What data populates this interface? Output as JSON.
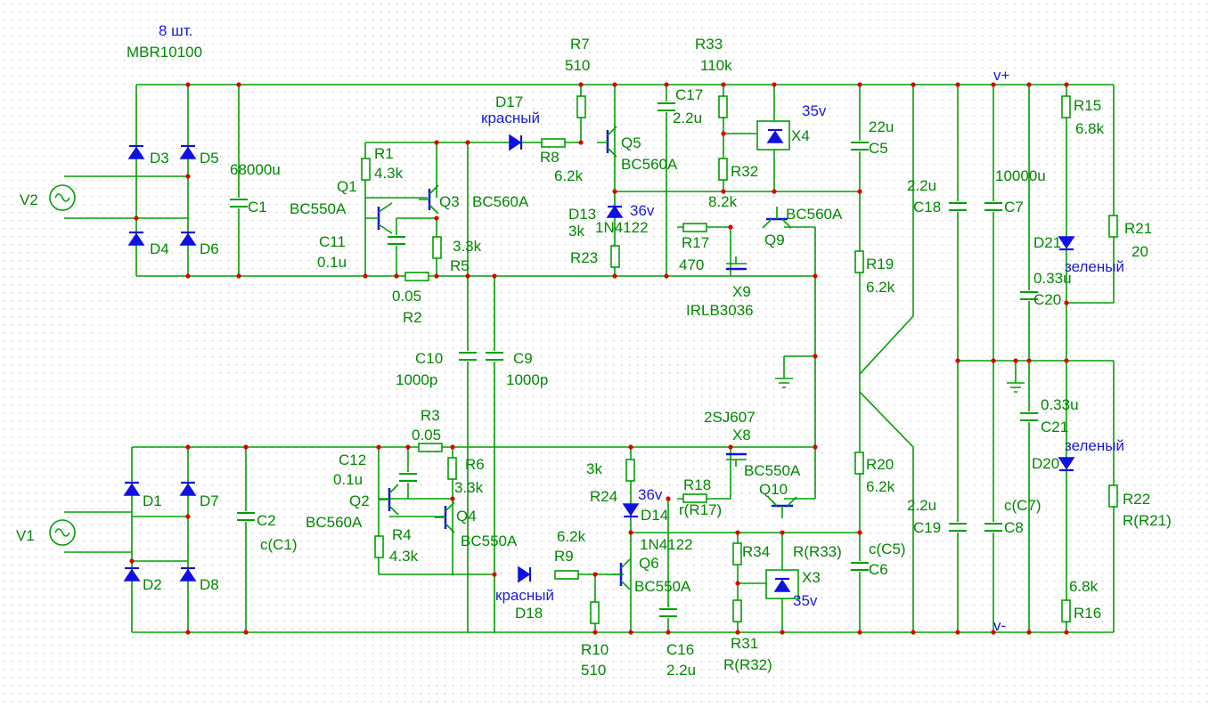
{
  "texts": {
    "count_8": "8 шт.",
    "mbr": "MBR10100",
    "r7": "R7",
    "r7v": "510",
    "r33": "R33",
    "r33v": "110k",
    "d17": "D17",
    "krasny1": "красный",
    "c17": "C17",
    "c17v": "2.2u",
    "v35a": "35v",
    "c5v": "22u",
    "c5": "C5",
    "vplus": "v+",
    "r15": "R15",
    "r15v": "6.8k",
    "d3": "D3",
    "d5": "D5",
    "d4": "D4",
    "d6": "D6",
    "v2": "V2",
    "c1v": "68000u",
    "c1": "C1",
    "r1": "R1",
    "r1v": "4.3k",
    "q1": "Q1",
    "q1m": "BC550A",
    "q3": "Q3",
    "q3m": "BC560A",
    "r8": "R8",
    "r8v": "6.2k",
    "q5": "Q5",
    "q5m": "BC560A",
    "r32": "R32",
    "r32v": "8.2k",
    "x4": "X4",
    "c18v": "2.2u",
    "c18": "C18",
    "c7v": "10000u",
    "c7": "C7",
    "d13": "D13",
    "v36a": "36v",
    "d13v": "3k",
    "n4122a": "1N4122",
    "r17": "R17",
    "r17v": "470",
    "q9m": "BC560A",
    "q9": "Q9",
    "c11": "C11",
    "c11v": "0.1u",
    "r5v": "3.3k",
    "r5": "R5",
    "r23": "R23",
    "r19": "R19",
    "r19v": "6.2k",
    "d21": "D21",
    "zel1": "зеленый",
    "c20v": "0.33u",
    "c20": "C20",
    "r21": "R21",
    "r21v": "20",
    "r2v": "0.05",
    "r2": "R2",
    "x9": "X9",
    "irlb": "IRLB3036",
    "c10": "C10",
    "c10v": "1000p",
    "c9": "C9",
    "c9v": "1000p",
    "c21v": "0.33u",
    "c21": "C21",
    "zel2": "зеленый",
    "d20": "D20",
    "r3": "R3",
    "r3v": "0.05",
    "sj": "2SJ607",
    "x8": "X8",
    "c12": "C12",
    "c12v": "0.1u",
    "r6": "R6",
    "r6v": "3.3k",
    "r24v": "3k",
    "q10m": "BC550A",
    "q10": "Q10",
    "r20": "R20",
    "r20v": "6.2k",
    "q2": "Q2",
    "q2m": "BC560A",
    "d1": "D1",
    "d7": "D7",
    "r24": "R24",
    "v36b": "36v",
    "r18": "R18",
    "r18v": "r(R17)",
    "d14": "D14",
    "c19v": "2.2u",
    "c19": "C19",
    "c8v": "c(C7)",
    "c8": "C8",
    "r22": "R22",
    "r22v": "R(R21)",
    "v1": "V1",
    "c2": "C2",
    "c2v": "c(C1)",
    "q4": "Q4",
    "q4m": "BC550A",
    "r9v": "6.2k",
    "r9": "R9",
    "n4122b": "1N4122",
    "r34": "R34",
    "r33b": "R(R33)",
    "c5b": "c(C5)",
    "c6": "C6",
    "r4": "R4",
    "r4v": "4.3k",
    "x3": "X3",
    "d2": "D2",
    "d8": "D8",
    "krasny2": "красный",
    "d18": "D18",
    "q6": "Q6",
    "q6m": "BC550A",
    "v35b": "35v",
    "r16v": "6.8k",
    "r16": "R16",
    "vminus": "v-",
    "r10": "R10",
    "r10v": "510",
    "c16": "C16",
    "c16v": "2.2u",
    "r31": "R31",
    "r31v": "R(R32)"
  },
  "colors": {
    "wire": "#00a000",
    "label": "#008800",
    "semiconductor": "#1010e0",
    "junction": "#e00000",
    "grid_dot": "#b4b4b4"
  },
  "icons": [
    "diode-icon",
    "zener-icon",
    "bjt-icon",
    "mosfet-icon",
    "ac-source-icon",
    "ground-icon"
  ]
}
